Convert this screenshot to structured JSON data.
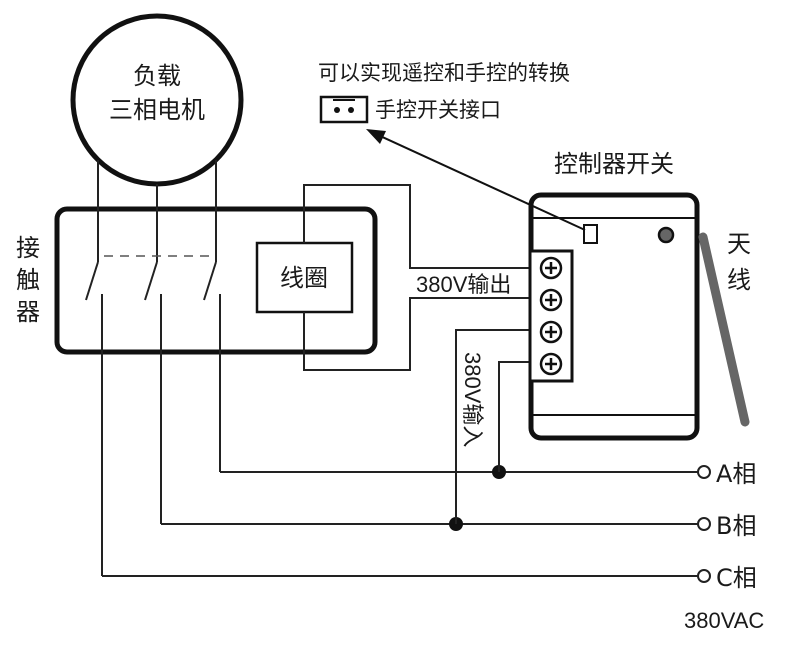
{
  "motor": {
    "line1": "负载",
    "line2": "三相电机"
  },
  "contactor": {
    "label_chars": [
      "接",
      "触",
      "器"
    ],
    "coil_label": "线圈"
  },
  "controller": {
    "title": "控制器开关"
  },
  "note": {
    "text": "可以实现遥控和手控的转换",
    "port_label": "手控开关接口"
  },
  "antenna": {
    "label_chars": [
      "天",
      "线"
    ]
  },
  "output_label": "380V输出",
  "input_label": "380V输入",
  "phases": [
    {
      "label": "A相"
    },
    {
      "label": "B相"
    },
    {
      "label": "C相"
    }
  ],
  "supply_label": "380VAC"
}
